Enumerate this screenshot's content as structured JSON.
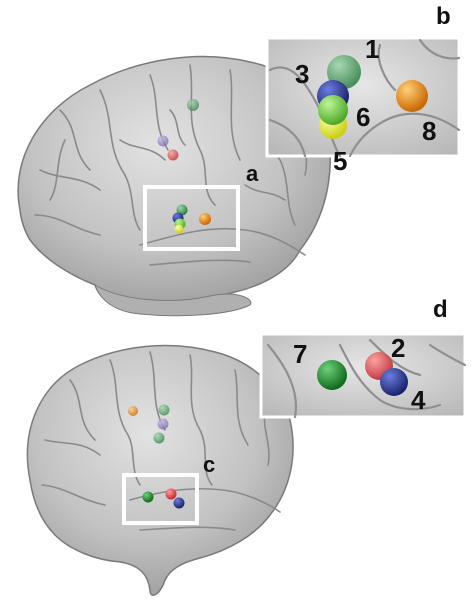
{
  "figure": {
    "panel_labels": {
      "a": "a",
      "b": "b",
      "c": "c",
      "d": "d"
    },
    "number_labels": [
      "1",
      "2",
      "3",
      "4",
      "5",
      "6",
      "7",
      "8"
    ]
  },
  "colors": {
    "brain_surface": "#b9b9b9",
    "brain_highlight": "#d6d6d6",
    "sulcus": "#8a8a8a",
    "box_outline": "#ffffff",
    "marker_green_1": "#3f9a5a",
    "marker_red_2": "#e0474c",
    "marker_blue_3": "#2a3a9c",
    "marker_navy_4": "#1f2a7a",
    "marker_yellow_5": "#e9ee1f",
    "marker_lightgreen_6": "#6fcf3a",
    "marker_green_7": "#1f8f2f",
    "marker_orange_8": "#f08a0f"
  }
}
